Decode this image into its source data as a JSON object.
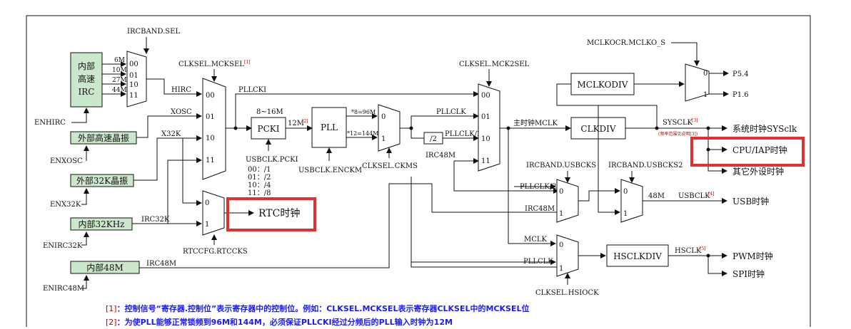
{
  "signals": {
    "ircband_sel": "IRCBAND.SEL",
    "clksel_mcksel": "CLKSEL.MCKSEL",
    "clksel_mck2sel": "CLKSEL.MCK2SEL",
    "mclkocr": "MCLKOCR.MCLKO_S",
    "usbclk_pcki": "USBCLK.PCKI",
    "usbclk_enckm": "USBCLK.ENCKM",
    "clksel_ckms": "CLKSEL.CKMS",
    "ircband_usbcks": "IRCBAND.USBCKS",
    "ircband_usbcks2": "IRCBAND.USBCKS2",
    "rtccfg_rtccks": "RTCCFG.RTCCKS",
    "clksel_hsiock": "CLKSEL.HSIOCK",
    "enhirc": "ENHIRC",
    "enxosc": "ENXOSC",
    "enx32k": "ENX32K",
    "enirc32k": "ENIRC32K",
    "enirc48m": "ENIRC48M"
  },
  "sources": {
    "irc_line1": "内部",
    "irc_line2": "高速",
    "irc_line3": "IRC",
    "xosc_box": "外部高速晶振",
    "x32k_box": "外部32K晶振",
    "irc32k_box": "内部32KHz",
    "irc48m_box": "内部48M"
  },
  "freqs": {
    "f6m": "6M",
    "f10m": "10M",
    "f27m": "27M",
    "f44m": "44M"
  },
  "codes": {
    "c00": "00",
    "c01": "01",
    "c10": "10",
    "c11": "11",
    "c0": "0",
    "c1": "1"
  },
  "nets": {
    "hirc": "HIRC",
    "xosc": "XOSC",
    "x32k": "X32K",
    "irc32k": "IRC32K",
    "irc48m": "IRC48M",
    "pllcki": "PLLCKI",
    "range": "8~16M",
    "m12": "12M",
    "x8": "*8=96M",
    "x12": "*12=144M",
    "pllclk": "PLLCLK",
    "pllclk2": "PLLCLK/2",
    "div2": "/2",
    "main_clk": "主时钟MCLK",
    "sysclk": "SYSCLK",
    "sysclk_note": "(频率范围见说明[3])",
    "mclk": "MCLK",
    "m48": "48M",
    "usbclk": "USBCLK",
    "hsclk": "HSCLK"
  },
  "pcki_div": [
    "00：/1",
    "01：/2",
    "10：/4",
    "11：/8"
  ],
  "blocks": {
    "pcki": "PCKI",
    "pll": "PLL",
    "mclkodiv": "MCLKODIV",
    "clkdiv": "CLKDIV",
    "hsclkdiv": "HSCLKDIV"
  },
  "outputs": {
    "p54": "P5.4",
    "p16": "P1.6",
    "sys": "系统时钟SYSclk",
    "cpu": "CPU/IAP时钟",
    "other": "其它外设时钟",
    "usb": "USB时钟",
    "pwm": "PWM时钟",
    "spi": "SPI时钟",
    "rtc": "RTC时钟"
  },
  "footnote_marks": {
    "f1": "[1]",
    "f2": "[2]",
    "f3": "[3]",
    "f4": "[4]",
    "f5": "[5]"
  },
  "notes": [
    {
      "idx": "[1]",
      "text": "：控制信号“寄存器.控制位”表示寄存器中的控制位。例如：CLKSEL.MCKSEL表示寄存器CLKSEL中的MCKSEL位"
    },
    {
      "idx": "[2]",
      "text": "：为使PLL能够正常锁频到96M和144M，必须保证PLLCKI经过分频后的PLL输入时钟为12M"
    }
  ],
  "colors": {
    "source_fill": "#cce8cc",
    "highlight": "#e03030",
    "note_blue": "#1a1aff",
    "line": "#111111"
  }
}
